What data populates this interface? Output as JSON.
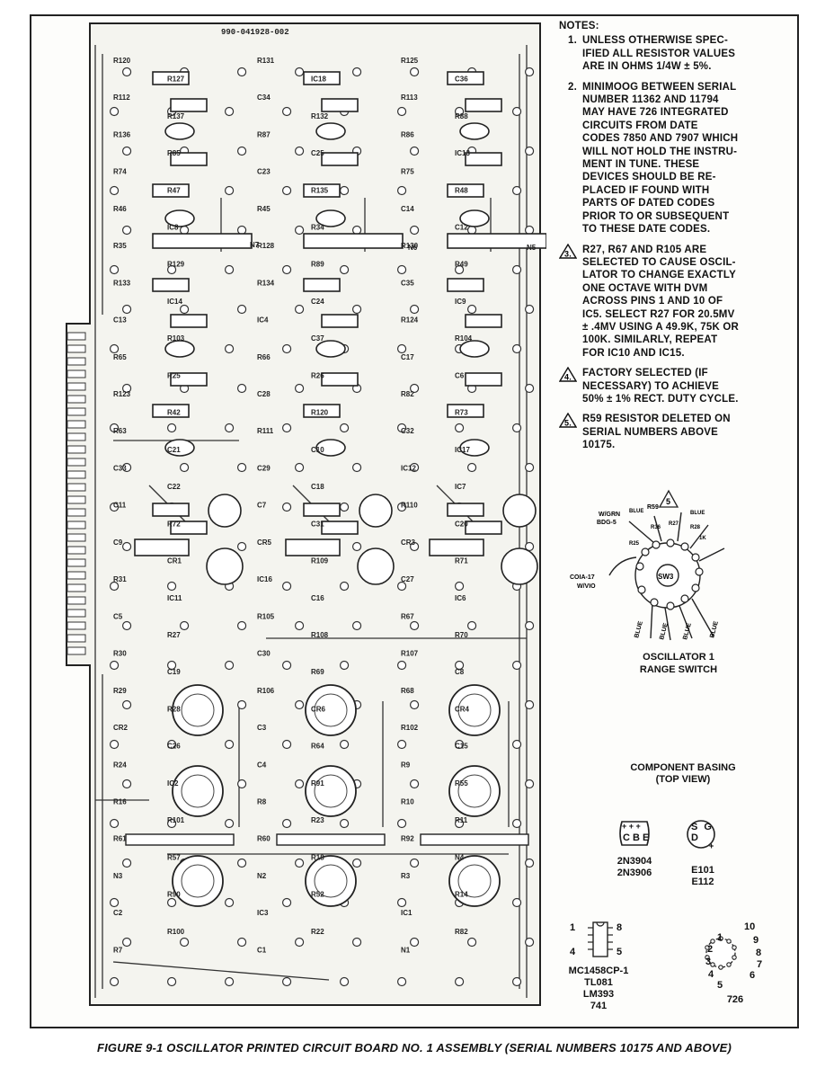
{
  "board": {
    "part_number": "990-041928-002",
    "component_labels": [
      "R120",
      "R131",
      "R125",
      "R127",
      "IC18",
      "C36",
      "R112",
      "C34",
      "R113",
      "R137",
      "R132",
      "R88",
      "R136",
      "R87",
      "R86",
      "R85",
      "C25",
      "IC13",
      "R74",
      "C23",
      "R75",
      "R47",
      "R135",
      "R48",
      "R46",
      "R45",
      "C14",
      "IC8",
      "R34",
      "C12",
      "R35",
      "R128",
      "R130",
      "R129",
      "R89",
      "R49",
      "R133",
      "R134",
      "C35",
      "IC14",
      "C24",
      "IC9",
      "C13",
      "IC4",
      "R124",
      "R103",
      "C37",
      "R104",
      "R65",
      "R66",
      "C17",
      "R25",
      "R26",
      "C6",
      "R123",
      "C28",
      "R82",
      "R42",
      "R120",
      "R73",
      "R63",
      "R111",
      "C32",
      "C21",
      "C10",
      "IC17",
      "C33",
      "C29",
      "IC12",
      "C22",
      "C18",
      "IC7",
      "C11",
      "C7",
      "R110",
      "R72",
      "C31",
      "C20",
      "C9",
      "CR5",
      "CR3",
      "CR1",
      "R109",
      "R71",
      "R31",
      "IC16",
      "C27",
      "IC11",
      "C16",
      "IC6",
      "C5",
      "R105",
      "R67",
      "R27",
      "R108",
      "R70",
      "R30",
      "C30",
      "R107",
      "C19",
      "R69",
      "C8",
      "R29",
      "R106",
      "R68",
      "R28",
      "CR6",
      "CR4",
      "CR2",
      "C3",
      "R102",
      "C26",
      "R64",
      "C15",
      "R24",
      "C4",
      "R9",
      "IC2",
      "R91",
      "R55",
      "R16",
      "R8",
      "R10",
      "R101",
      "R23",
      "R11",
      "R61",
      "R60",
      "R92",
      "R57",
      "R18",
      "N4",
      "N3",
      "N2",
      "R3",
      "R90",
      "R52",
      "R14",
      "C2",
      "IC3",
      "IC1",
      "R100",
      "R22",
      "R82",
      "R7",
      "C1",
      "N1"
    ],
    "bus_labels": [
      "N7",
      "N6",
      "N5"
    ]
  },
  "notes": {
    "title": "NOTES:",
    "items": [
      {
        "marker": "1.",
        "triangle": false,
        "text": "UNLESS OTHERWISE SPEC-\nIFIED ALL RESISTOR VALUES\nARE IN OHMS 1/4W ± 5%."
      },
      {
        "marker": "2.",
        "triangle": false,
        "text": "MINIMOOG BETWEEN SERIAL\nNUMBER 11362 AND 11794\nMAY HAVE 726 INTEGRATED\nCIRCUITS FROM DATE\nCODES 7850 AND 7907 WHICH\nWILL NOT HOLD THE INSTRU-\nMENT IN TUNE. THESE\nDEVICES SHOULD BE RE-\nPLACED IF FOUND WITH\nPARTS OF DATED CODES\nPRIOR TO OR SUBSEQUENT\nTO THESE DATE CODES."
      },
      {
        "marker": "3.",
        "triangle": true,
        "text": "R27, R67 AND R105 ARE\nSELECTED TO CAUSE OSCIL-\nLATOR TO CHANGE EXACTLY\nONE OCTAVE WITH DVM\nACROSS PINS 1 AND 10 OF\nIC5. SELECT R27 FOR 20.5MV\n± .4MV USING A 49.9K, 75K OR\n100K. SIMILARLY, REPEAT\nFOR IC10 AND IC15."
      },
      {
        "marker": "4.",
        "triangle": true,
        "text": "FACTORY SELECTED (IF\nNECESSARY) TO ACHIEVE\n50% ± 1% RECT. DUTY CYCLE."
      },
      {
        "marker": "5.",
        "triangle": true,
        "text": "R59 RESISTOR DELETED ON\nSERIAL NUMBERS ABOVE\n10175."
      }
    ]
  },
  "switch": {
    "caption": "OSCILLATOR 1\nRANGE SWITCH",
    "labels": [
      "W/GRN",
      "BDG-5",
      "BLUE",
      "R59",
      "5",
      "BLUE",
      "R36",
      "R27",
      "R28",
      "1K",
      "R25",
      "SW3",
      "COIA-17",
      "W/VIO",
      "BLUE",
      "BLUE",
      "BLUE",
      "BLUE"
    ]
  },
  "basing": {
    "caption": "COMPONENT BASING\n(TOP VIEW)",
    "transistor_pins": "C B E",
    "transistor_plus": "+ + +",
    "transistor_parts": "2N3904\n2N3906",
    "fet_pins": "S G D",
    "fet_parts": "E101\nE112",
    "dip_pins": [
      "1",
      "8",
      "4",
      "5"
    ],
    "dip_parts": "MC1458CP-1\nTL081\nLM393\n741",
    "can_pins": [
      "1",
      "2",
      "3",
      "4",
      "5",
      "6",
      "7",
      "8",
      "9",
      "10"
    ],
    "can_part": "726"
  },
  "caption": "FIGURE 9-1 OSCILLATOR PRINTED CIRCUIT BOARD NO. 1 ASSEMBLY (SERIAL NUMBERS 10175 AND ABOVE)"
}
